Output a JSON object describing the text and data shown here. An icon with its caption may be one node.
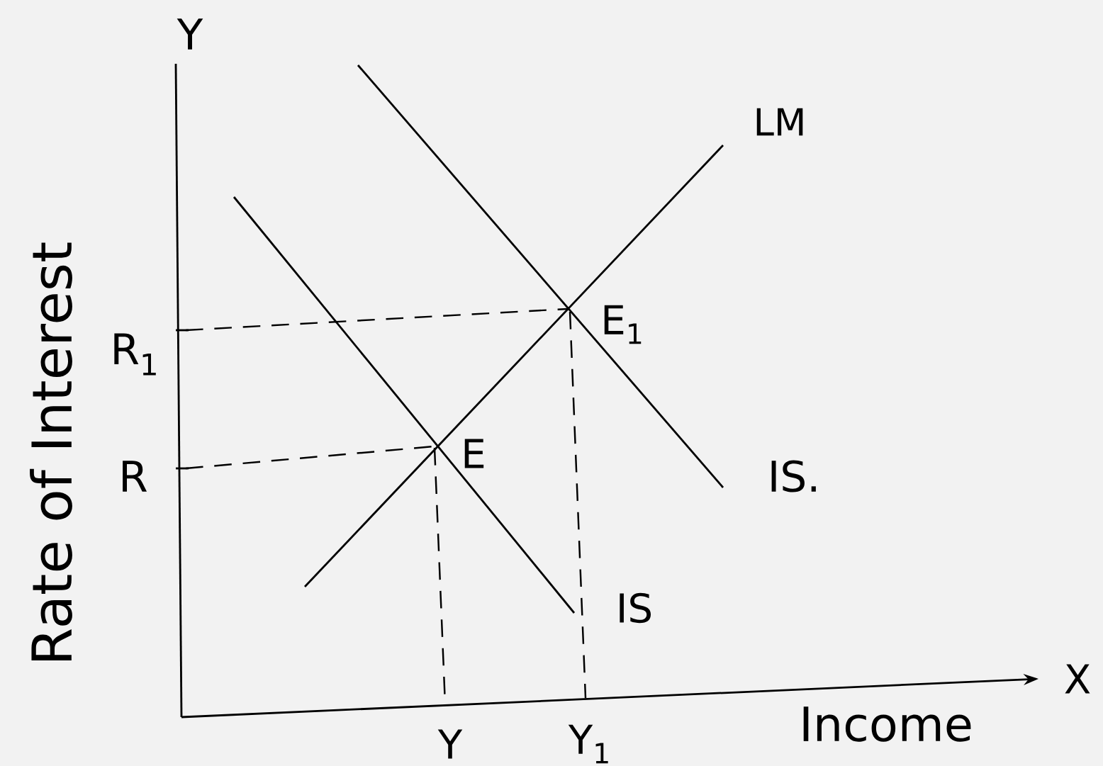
{
  "diagram": {
    "labels": [
      "Y",
      "LM",
      "Rate of Interest",
      "R$_{1}$",
      "E$_{1}$",
      "R",
      "E",
      "IS.",
      "IS",
      "X",
      "Y",
      "Y$_{1}$",
      "Income"
    ]
  }
}
